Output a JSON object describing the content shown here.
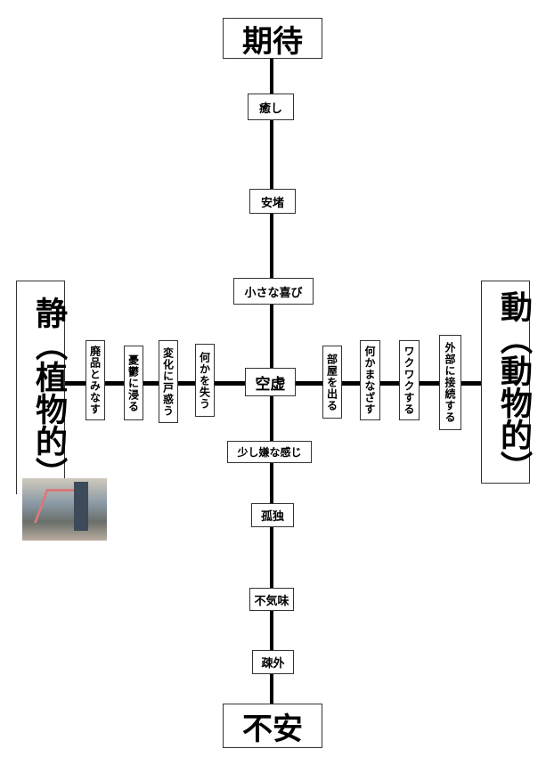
{
  "top_label": "期待",
  "bottom_label": "不安",
  "left_label": "静（植物的）",
  "right_label": "動（動物的）",
  "vertical_nodes": [
    "癒し",
    "安堵",
    "小さな喜び",
    "空虚",
    "少し嫌な感じ",
    "孤独",
    "不気味",
    "疎外"
  ],
  "left_nodes": [
    "廃品とみなす",
    "憂鬱に浸る",
    "変化に戸惑う",
    "何かを失う"
  ],
  "right_nodes": [
    "部屋を出る",
    "何かまなざす",
    "ワクワクする",
    "外部に接続する"
  ]
}
